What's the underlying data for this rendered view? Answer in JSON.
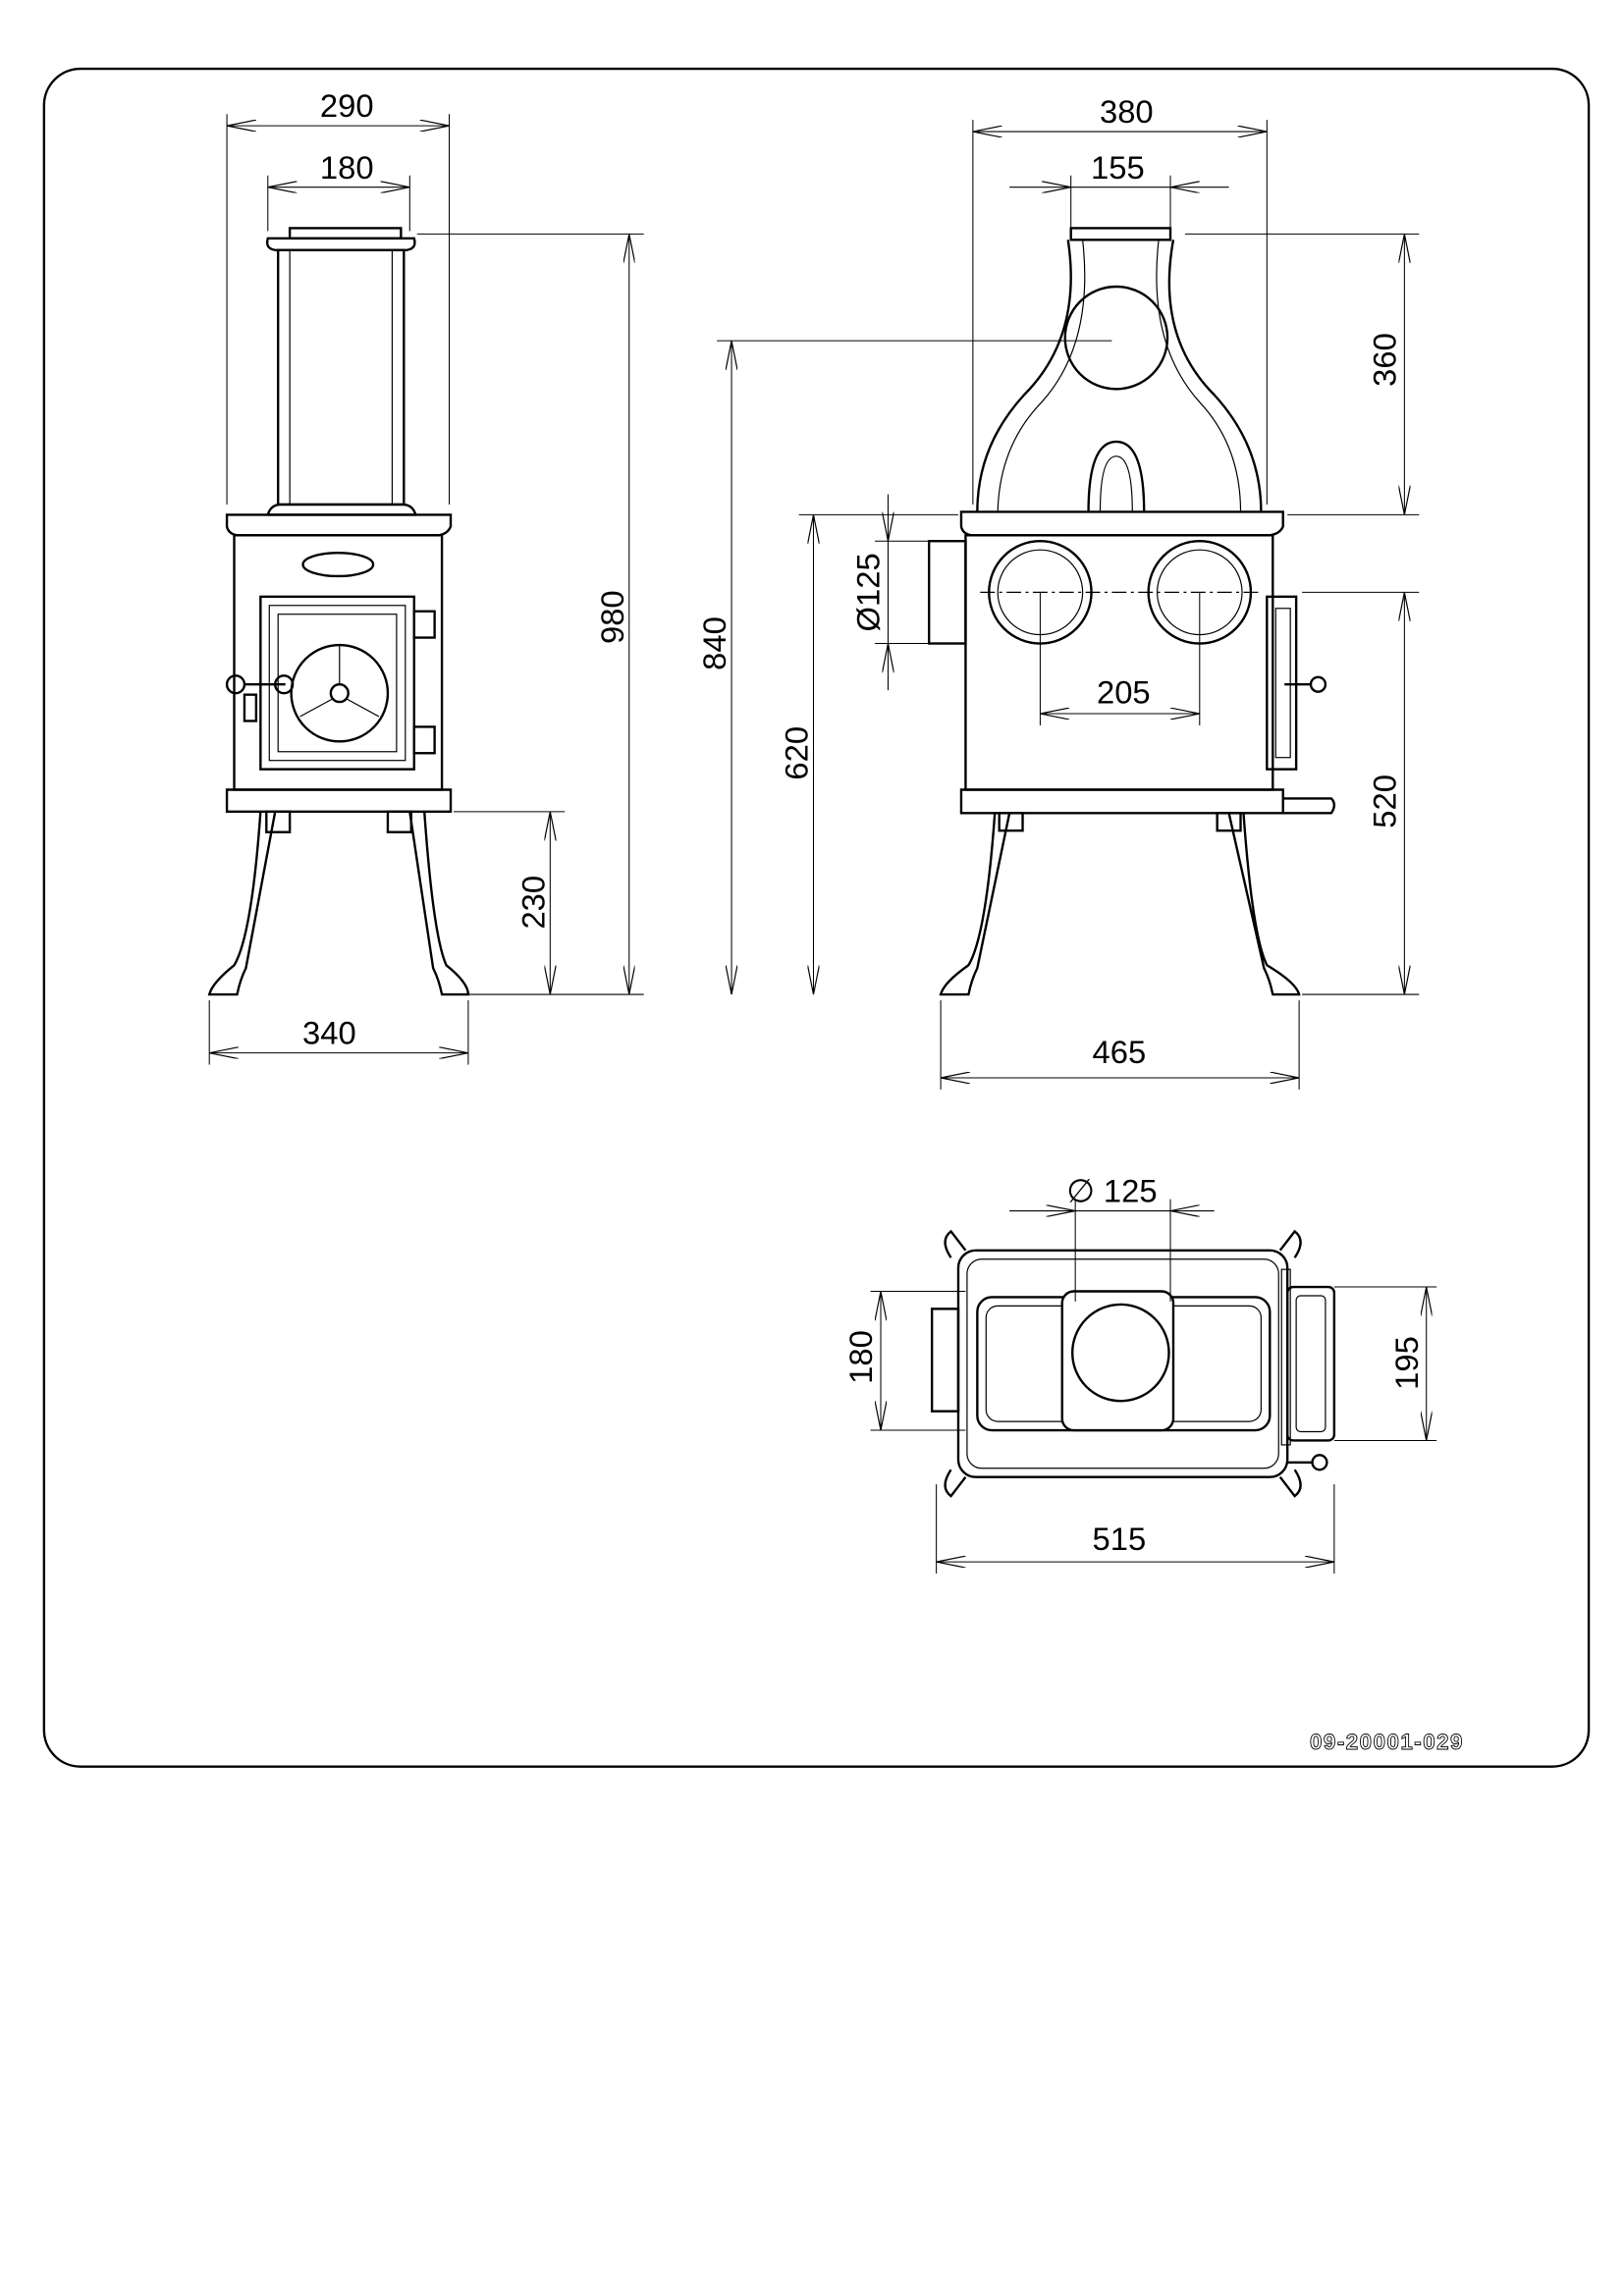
{
  "drawing_code": "09-20001-029",
  "front_view": {
    "width_top": "290",
    "flue_width": "180",
    "total_height": "980",
    "leg_height": "230",
    "base_width": "340"
  },
  "side_view": {
    "width_top": "380",
    "flue_collar": "155",
    "hood_height": "360",
    "rear_outlet_height": "840",
    "side_outlet_height": "620",
    "side_outlet_diameter": "Ø125",
    "outlet_spacing": "205",
    "door_height": "520",
    "total_depth": "465"
  },
  "top_view": {
    "flue_diameter": "∅ 125",
    "left_pipe": "180",
    "door_depth": "195",
    "total_width": "515"
  }
}
